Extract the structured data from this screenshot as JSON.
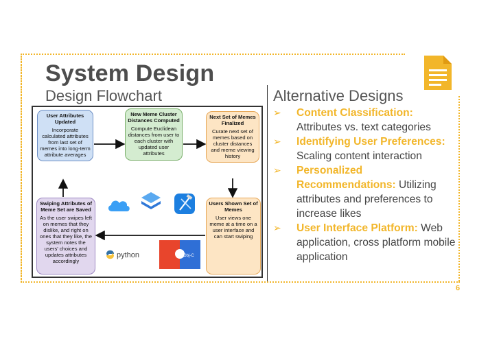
{
  "slide": {
    "title": "System Design",
    "subtitle": "Design Flowchart",
    "alt_title": "Alternative Designs",
    "page_number": "6",
    "accent_color": "#f2b62a"
  },
  "flowchart": {
    "box1": {
      "heading": "User Attributes Updated",
      "body": "Incorporate calculated attributes from last set of memes into long-term attribute averages"
    },
    "box2": {
      "heading": "New Meme Cluster Distances Computed",
      "body": "Compute Euclidean distances from user to each cluster with updated user attributes"
    },
    "box3": {
      "heading": "Next Set of Memes Finalized",
      "body": "Curate next set of memes based on cluster distances and meme viewing history"
    },
    "box4": {
      "heading": "Users Shown Set of Memes",
      "body": "User views one meme at a time on a user interface and can start swiping"
    },
    "box5": {
      "heading": "Swiping Attributes of Meme Set are Saved",
      "body": "As the user swipes left on memes that they dislike, and right on ones that they like, the system notes the users' choices and updates attributes accordingly"
    },
    "logos": {
      "python": "python",
      "objc": "Obj-C"
    }
  },
  "alternatives": [
    {
      "highlight": "Content Classification:",
      "text": " Attributes vs. text categories"
    },
    {
      "highlight": "Identifying User Preferences:",
      "text": " Scaling content interaction"
    },
    {
      "highlight": "Personalized Recommendations:",
      "text": " Utilizing attributes and preferences to increase likes"
    },
    {
      "highlight": "User Interface Platform:",
      "text": " Web application, cross platform mobile application"
    }
  ],
  "icons": {
    "document": "document-icon",
    "bullet": "arrow-bullet-icon",
    "cloud": "icloud-icon",
    "layers": "layers-icon",
    "xcode": "xcode-icon",
    "swift": "swift-objc-icon",
    "python": "python-icon"
  }
}
